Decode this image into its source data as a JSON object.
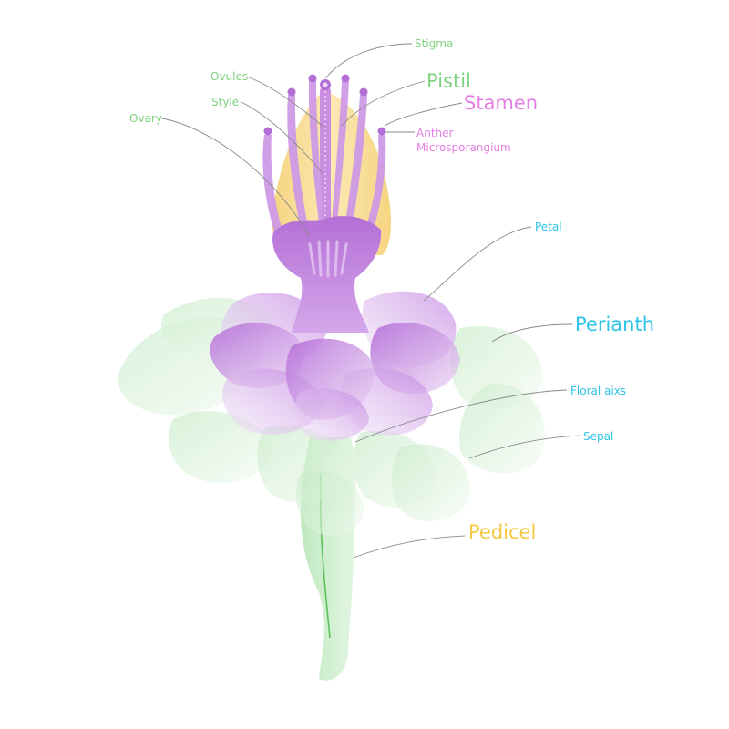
{
  "diagram": {
    "colors": {
      "green_label": "#7ed37e",
      "pink_label": "#e47ee4",
      "cyan_label": "#2ec3e8",
      "yellow_label": "#f5c842",
      "petal": "#c98ee0",
      "petal_dark": "#a55fc8",
      "sepal": "#cdeccd",
      "pistil": "#f7d98a"
    },
    "labels": {
      "stigma": "Stigma",
      "ovules": "Ovules",
      "pistil": "Pistil",
      "style": "Style",
      "stamen": "Stamen",
      "ovary": "Ovary",
      "anther": "Anther",
      "microsporangium": "Microsporangium",
      "petal": "Petal",
      "perianth": "Perianth",
      "floral_axis": "Floral aixs",
      "sepal": "Sepal",
      "pedicel": "Pedicel"
    }
  }
}
